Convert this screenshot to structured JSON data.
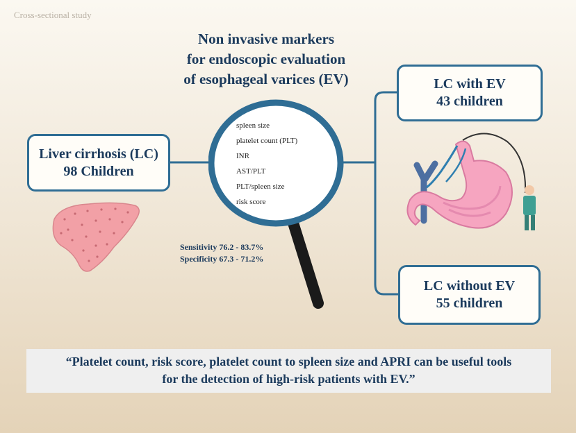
{
  "corner_label": "Cross-sectional study",
  "title_lines": [
    "Non invasive markers",
    "for endoscopic evaluation",
    "of esophageal varices (EV)"
  ],
  "lc_box": {
    "line1": "Liver cirrhosis (LC)",
    "line2": "98 Children"
  },
  "ev_box": {
    "line1": "LC with EV",
    "line2": "43 children"
  },
  "noev_box": {
    "line1": "LC without EV",
    "line2": "55 children"
  },
  "markers": [
    "spleen size",
    "platelet count (PLT)",
    "INR",
    "AST/PLT",
    "PLT/spleen size",
    "risk score"
  ],
  "stats": {
    "sensitivity": "Sensitivity 76.2 - 83.7%",
    "specificity": "Specificity 67.3 - 71.2%"
  },
  "quote_lines": [
    "“Platelet count, risk score, platelet count to spleen size and APRI can be useful tools",
    "for the detection of high-risk patients with EV.”"
  ],
  "colors": {
    "box_border": "#2f6d94",
    "text": "#1b3a5c",
    "liver": "#f2a0a6",
    "stomach": "#f6a5c0"
  },
  "icons": [
    "liver-illustration",
    "magnifying-glass-icon",
    "stomach-endoscopy-illustration"
  ]
}
